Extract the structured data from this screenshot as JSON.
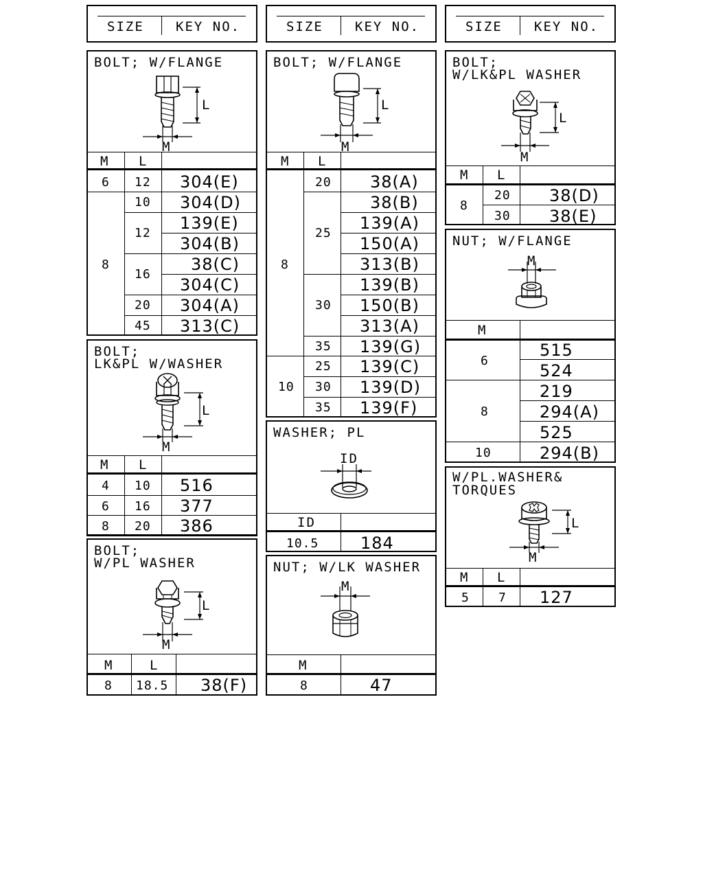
{
  "header": {
    "size_label": "SIZE",
    "key_label": "KEY NO."
  },
  "col_m": "M",
  "col_l": "L",
  "col_id": "ID",
  "dim_m": "M",
  "dim_l": "L",
  "dim_id": "ID",
  "panels": {
    "p1": {
      "title": "BOLT; W/FLANGE",
      "m": [
        "6",
        "8"
      ],
      "l": [
        "12",
        "10",
        "12",
        "16",
        "20",
        "45"
      ],
      "keys": [
        "304(E)",
        "304(D)",
        "139(E)",
        "304(B)",
        "38(C)",
        "304(C)",
        "304(A)",
        "313(C)"
      ]
    },
    "p2": {
      "title1": "BOLT;",
      "title2": "LK&PL W/WASHER",
      "rows": [
        {
          "m": "4",
          "l": "10",
          "key": "516"
        },
        {
          "m": "6",
          "l": "16",
          "key": "377"
        },
        {
          "m": "8",
          "l": "20",
          "key": "386"
        }
      ]
    },
    "p3": {
      "title1": "BOLT;",
      "title2": "W/PL WASHER",
      "rows": [
        {
          "m": "8",
          "l": "18.5",
          "key": "38(F)"
        }
      ]
    },
    "p4": {
      "title": "BOLT; W/FLANGE",
      "m": [
        "8",
        "10"
      ],
      "l": [
        "20",
        "25",
        "30",
        "35",
        "25",
        "30",
        "35"
      ],
      "keys": [
        "38(A)",
        "38(B)",
        "139(A)",
        "150(A)",
        "313(B)",
        "139(B)",
        "150(B)",
        "313(A)",
        "139(G)",
        "139(C)",
        "139(D)",
        "139(F)"
      ]
    },
    "p5": {
      "title": "WASHER; PL",
      "rows": [
        {
          "id": "10.5",
          "key": "184"
        }
      ]
    },
    "p6": {
      "title": "NUT; W/LK WASHER",
      "rows": [
        {
          "m": "8",
          "key": "47"
        }
      ]
    },
    "p7": {
      "title1": "BOLT;",
      "title2": "W/LK&PL WASHER",
      "m": [
        "8"
      ],
      "l": [
        "20",
        "30"
      ],
      "keys": [
        "38(D)",
        "38(E)"
      ]
    },
    "p8": {
      "title": "NUT; W/FLANGE",
      "m": [
        "6",
        "8",
        "10"
      ],
      "keys": [
        "515",
        "524",
        "219",
        "294(A)",
        "525",
        "294(B)"
      ]
    },
    "p9": {
      "title1": "W/PL.WASHER&",
      "title2": "TORQUES",
      "rows": [
        {
          "m": "5",
          "l": "7",
          "key": "127"
        }
      ]
    }
  }
}
